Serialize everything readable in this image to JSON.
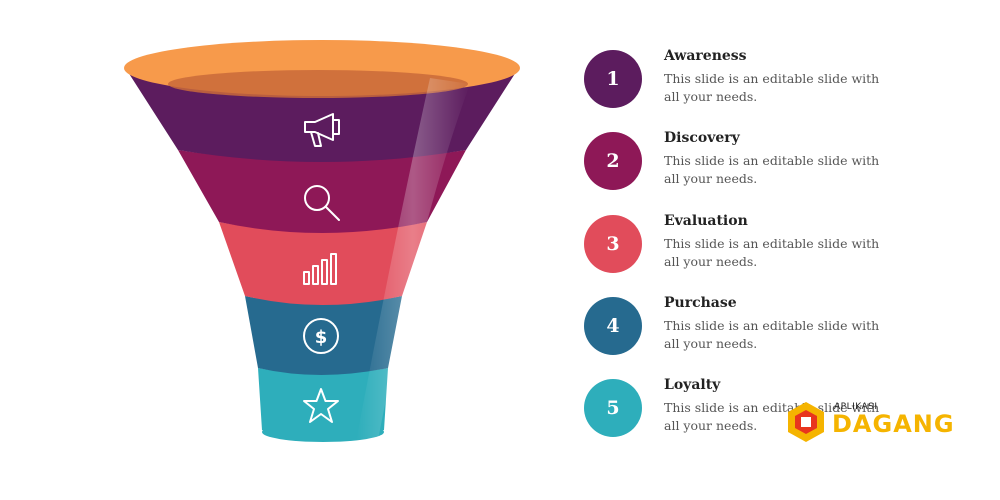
{
  "colors": {
    "rim": "#f79a4b",
    "inner": "#c96a3a",
    "step1": "#5c1c5e",
    "step2": "#8e1857",
    "step3": "#e14c5b",
    "step4": "#266a8f",
    "step5": "#2eaebb",
    "watermark_accent": "#f5b400"
  },
  "funnel": {
    "icons": [
      "megaphone-icon",
      "search-icon",
      "bar-chart-icon",
      "dollar-icon",
      "star-icon"
    ]
  },
  "steps": [
    {
      "number": "1",
      "title": "Awareness",
      "description": "This slide is an editable slide with all your needs."
    },
    {
      "number": "2",
      "title": "Discovery",
      "description": "This slide is an editable slide with all your needs."
    },
    {
      "number": "3",
      "title": "Evaluation",
      "description": "This slide is an editable slide with all your needs."
    },
    {
      "number": "4",
      "title": "Purchase",
      "description": "This slide is an editable slide with all your needs."
    },
    {
      "number": "5",
      "title": "Loyalty",
      "description": "This slide is an editable slide with all your needs."
    }
  ],
  "watermark": {
    "small": "APLIKASI",
    "big": "DAGANG"
  }
}
